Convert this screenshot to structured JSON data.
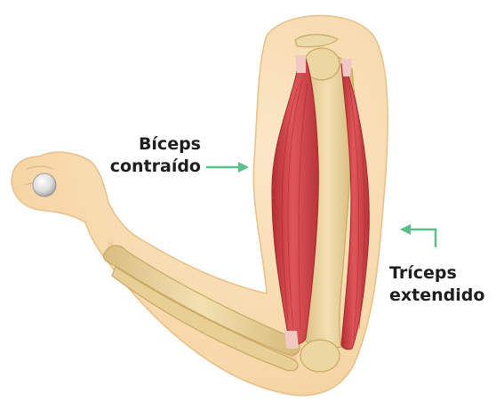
{
  "labels": {
    "biceps": {
      "line1": "Bíceps",
      "line2": "contraído"
    },
    "triceps": {
      "line1": "Tríceps",
      "line2": "extendido"
    }
  },
  "colors": {
    "skin": "#f7d9ae",
    "skin_shadow": "#efc78f",
    "bone": "#e9d29b",
    "bone_shadow": "#d3b777",
    "muscle": "#d8464a",
    "muscle_dark": "#b22e33",
    "arrow": "#5cbf8a",
    "text": "#1e1e1e"
  }
}
